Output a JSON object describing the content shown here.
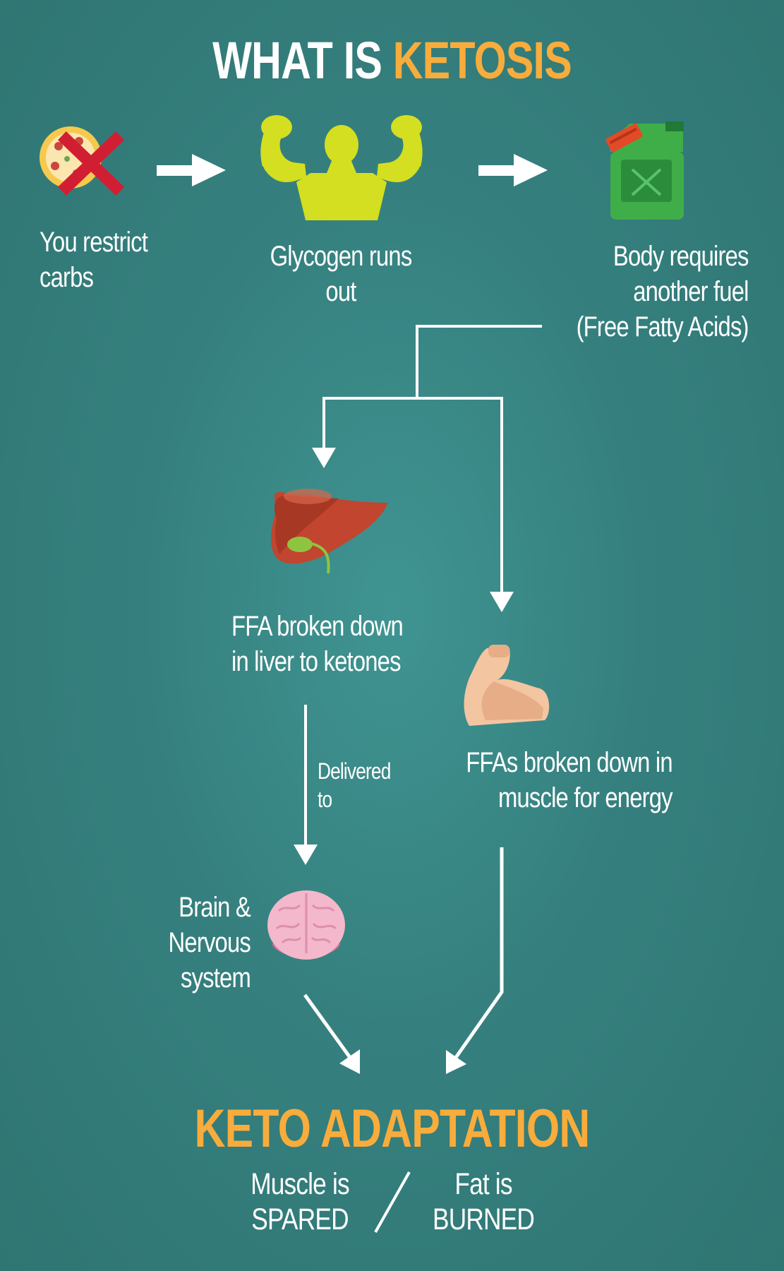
{
  "title": {
    "prefix": "WHAT IS ",
    "highlight": "KETOSIS"
  },
  "steps": {
    "restrict": {
      "line1": "You restrict",
      "line2": "carbs"
    },
    "glycogen": {
      "line1": "Glycogen runs out"
    },
    "fuel": {
      "line1": "Body requires",
      "line2": "another fuel",
      "line3": "(Free Fatty Acids)"
    },
    "liver": {
      "line1": "FFA broken down",
      "line2": "in liver to ketones"
    },
    "muscle": {
      "line1": "FFAs broken down in",
      "line2": "muscle for energy"
    },
    "delivered": {
      "line1": "Delivered",
      "line2": "to"
    },
    "brain": {
      "line1": "Brain &",
      "line2": "Nervous",
      "line3": "system"
    }
  },
  "result": {
    "title": "KETO ADAPTATION",
    "muscle": {
      "line1": "Muscle is",
      "line2": "SPARED"
    },
    "fat": {
      "line1": "Fat is",
      "line2": "BURNED"
    }
  },
  "colors": {
    "accent": "#f8ac3c",
    "background": "#35807f",
    "arrow": "#ffffff"
  },
  "icons": [
    "pizza-crossed-icon",
    "bodybuilder-icon",
    "fuel-can-icon",
    "liver-icon",
    "flexed-arm-icon",
    "brain-icon"
  ]
}
